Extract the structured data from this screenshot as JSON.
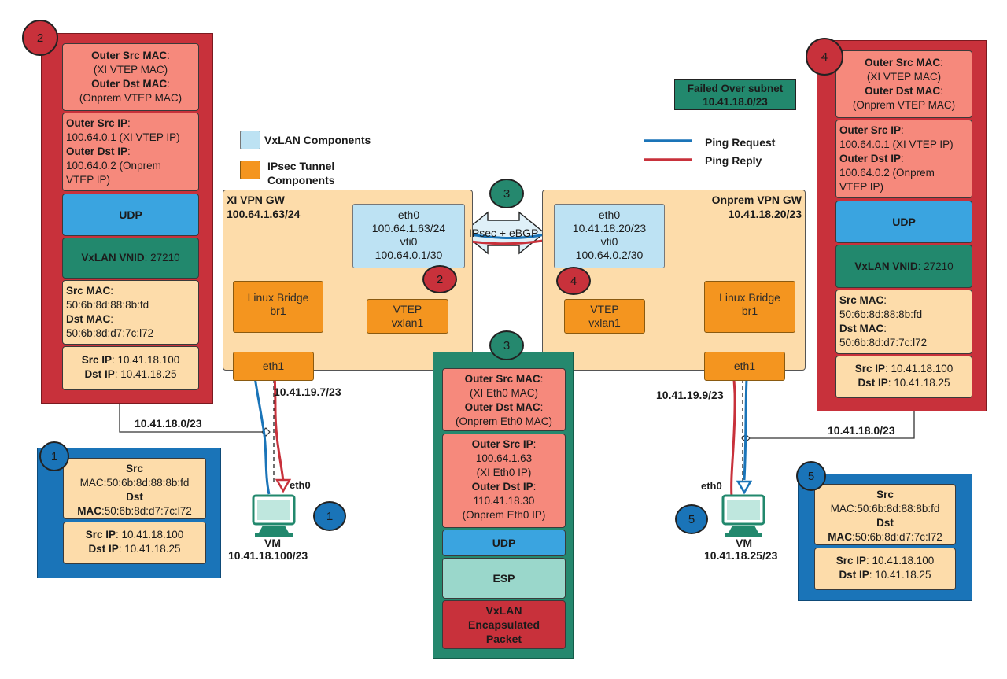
{
  "legend": {
    "vxlan_components": "VxLAN Components",
    "ipsec_line1": "IPsec Tunnel",
    "ipsec_line2": "Components",
    "ping_request": "Ping Request",
    "ping_reply": "Ping Reply",
    "vxlan_color": "#bde2f3",
    "ipsec_color": "#f4951f",
    "request_color": "#1a74b8",
    "reply_color": "#c8313b"
  },
  "failed_over": {
    "line1": "Failed Over subnet",
    "line2": "10.41.18.0/23"
  },
  "tunnel": {
    "label": "IPsec + eBGP"
  },
  "badges": {
    "two": "2",
    "four": "4",
    "three": "3",
    "one": "1",
    "five": "5"
  },
  "xi_gw": {
    "title": "XI VPN GW",
    "ip": "100.64.1.63/24",
    "eth0_l1": "eth0",
    "eth0_l2": "100.64.1.63/24",
    "eth0_l3": "vti0",
    "eth0_l4": "100.64.0.1/30",
    "bridge_l1": "Linux Bridge",
    "bridge_l2": "br1",
    "vtep_l1": "VTEP",
    "vtep_l2": "vxlan1",
    "eth1": "eth1",
    "eth1_ip": "10.41.19.7/23",
    "subnet": "10.41.18.0/23"
  },
  "onprem_gw": {
    "title": "Onprem VPN GW",
    "ip": "10.41.18.20/23",
    "eth0_l1": "eth0",
    "eth0_l2": "10.41.18.20/23",
    "eth0_l3": "vti0",
    "eth0_l4": "100.64.0.2/30",
    "bridge_l1": "Linux Bridge",
    "bridge_l2": "br1",
    "vtep_l1": "VTEP",
    "vtep_l2": "vxlan1",
    "eth1": "eth1",
    "eth1_ip": "10.41.19.9/23",
    "subnet": "10.41.18.0/23"
  },
  "vm_left": {
    "iface": "eth0",
    "name": "VM",
    "ip": "10.41.18.100/23"
  },
  "vm_right": {
    "iface": "eth0",
    "name": "VM",
    "ip": "10.41.18.25/23"
  },
  "packet_vxlan": {
    "outer_src_mac_k": "Outer Src MAC",
    "outer_src_mac_v": "(XI VTEP MAC)",
    "outer_dst_mac_k": "Outer Dst MAC",
    "outer_dst_mac_v": "(Onprem VTEP MAC)",
    "outer_src_ip_k": "Outer Src IP",
    "outer_src_ip_v": "100.64.0.1 (XI VTEP IP)",
    "outer_dst_ip_k": "Outer Dst IP",
    "outer_dst_ip_v1": "100.64.0.2 (Onprem",
    "outer_dst_ip_v2": "VTEP IP)",
    "udp": "UDP",
    "vnid_k": "VxLAN VNID",
    "vnid_v": "27210",
    "src_mac_k": "Src MAC",
    "src_mac_v": "50:6b:8d:88:8b:fd",
    "dst_mac_k": "Dst MAC",
    "dst_mac_v": "50:6b:8d:d7:7c:l72",
    "src_ip_k": "Src IP",
    "src_ip_v": "10.41.18.100",
    "dst_ip_k": "Dst IP",
    "dst_ip_v": "10.41.18.25"
  },
  "packet_plain": {
    "src_k": "Src",
    "src_v": "MAC:50:6b:8d:88:8b:fd",
    "dst_k": "Dst",
    "dst_mac_k": "MAC",
    "dst_mac_v": ":50:6b:8d:d7:7c:l72",
    "src_ip_k": "Src IP",
    "src_ip_v": "10.41.18.100",
    "dst_ip_k": "Dst IP",
    "dst_ip_v": "10.41.18.25"
  },
  "packet_esp": {
    "outer_src_mac_k": "Outer Src MAC",
    "outer_src_mac_v": "(XI Eth0 MAC)",
    "outer_dst_mac_k": "Outer Dst MAC",
    "outer_dst_mac_v": "(Onprem Eth0 MAC)",
    "outer_src_ip_k": "Outer Src IP",
    "outer_src_ip_v1": "100.64.1.63",
    "outer_src_ip_v2": "(XI Eth0 IP)",
    "outer_dst_ip_k": "Outer Dst IP",
    "outer_dst_ip_v1": "110.41.18.30",
    "outer_dst_ip_v2": "(Onprem Eth0 IP)",
    "udp": "UDP",
    "esp": "ESP",
    "encap_l1": "VxLAN",
    "encap_l2": "Encapsulated",
    "encap_l3": "Packet"
  }
}
